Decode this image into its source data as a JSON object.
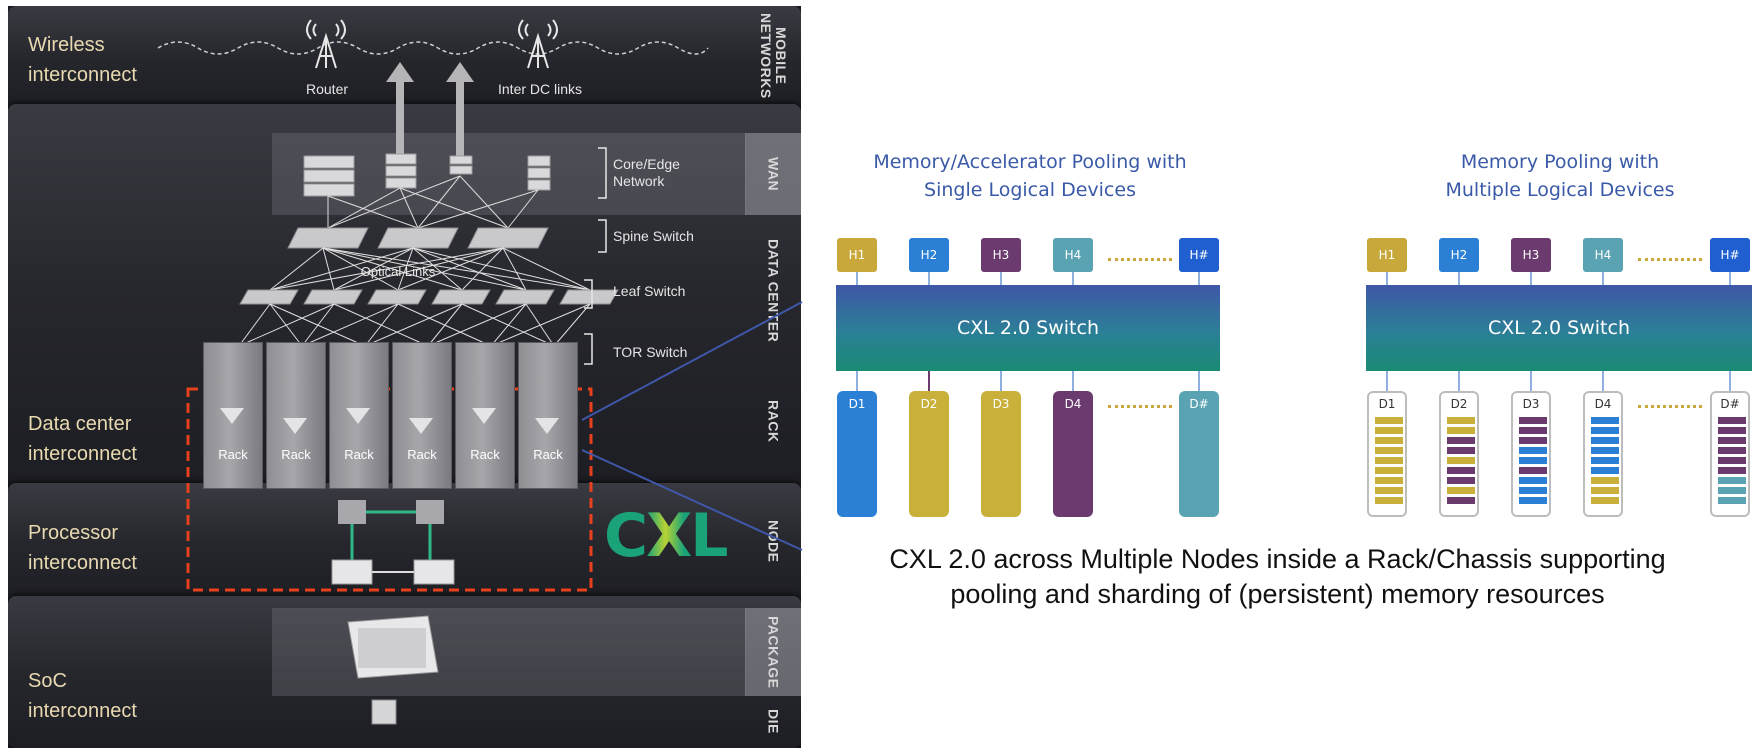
{
  "left_panel": {
    "layers": [
      {
        "label": "Wireless\ninterconnect"
      },
      {
        "label": "Data center\ninterconnect"
      },
      {
        "label": "Processor\ninterconnect"
      },
      {
        "label": "SoC\ninterconnect"
      }
    ],
    "side_tabs": [
      "MOBILE\nNETWORKS",
      "WAN",
      "DATA CENTER",
      "RACK",
      "NODE",
      "PACKAGE",
      "DIE"
    ],
    "antenna_labels": [
      "Router",
      "Inter DC links"
    ],
    "tier_labels": [
      "Core/Edge\nNetwork",
      "Spine Switch",
      "Leaf Switch",
      "TOR Switch"
    ],
    "optical_label": "Optical Links",
    "rack_label": "Rack",
    "rack_count": 6,
    "logo_text": "CXL",
    "colors": {
      "highlight_box": "#e8401c",
      "label": "#e8d9b0",
      "logo_green": "#1aa378",
      "logo_yellow": "#b8d233"
    }
  },
  "single_ld": {
    "title": "Memory/Accelerator Pooling with\nSingle Logical Devices",
    "hosts": [
      {
        "label": "H1",
        "color": "#c8a83a"
      },
      {
        "label": "H2",
        "color": "#2b7fd4"
      },
      {
        "label": "H3",
        "color": "#6b3a6e"
      },
      {
        "label": "H4",
        "color": "#5aa3b3"
      },
      {
        "label": "H#",
        "color": "#1f5fd0"
      }
    ],
    "switch_label": "CXL 2.0 Switch",
    "devices": [
      {
        "label": "D1",
        "color": "#2b7fd4"
      },
      {
        "label": "D2",
        "color": "#c8b03a"
      },
      {
        "label": "D3",
        "color": "#c8b03a"
      },
      {
        "label": "D4",
        "color": "#6b3a6e"
      },
      {
        "label": "D#",
        "color": "#5aa3b3"
      }
    ]
  },
  "multi_ld": {
    "title": "Memory Pooling with\nMultiple Logical Devices",
    "hosts": [
      {
        "label": "H1",
        "color": "#c8a83a"
      },
      {
        "label": "H2",
        "color": "#2b7fd4"
      },
      {
        "label": "H3",
        "color": "#6b3a6e"
      },
      {
        "label": "H4",
        "color": "#5aa3b3"
      },
      {
        "label": "H#",
        "color": "#1f5fd0"
      }
    ],
    "switch_label": "CXL 2.0 Switch",
    "devices": [
      {
        "label": "D1",
        "stripes": [
          "#c8b03a",
          "#c8b03a",
          "#c8b03a",
          "#c8b03a",
          "#c8b03a",
          "#c8b03a",
          "#c8b03a",
          "#c8b03a",
          "#c8b03a"
        ]
      },
      {
        "label": "D2",
        "stripes": [
          "#c8b03a",
          "#c8b03a",
          "#6b3a6e",
          "#6b3a6e",
          "#c8b03a",
          "#6b3a6e",
          "#6b3a6e",
          "#c8b03a",
          "#6b3a6e"
        ]
      },
      {
        "label": "D3",
        "stripes": [
          "#6b3a6e",
          "#6b3a6e",
          "#6b3a6e",
          "#2b7fd4",
          "#2b7fd4",
          "#6b3a6e",
          "#2b7fd4",
          "#2b7fd4",
          "#2b7fd4"
        ]
      },
      {
        "label": "D4",
        "stripes": [
          "#2b7fd4",
          "#2b7fd4",
          "#2b7fd4",
          "#2b7fd4",
          "#2b7fd4",
          "#2b7fd4",
          "#c8b03a",
          "#c8b03a",
          "#c8b03a"
        ]
      },
      {
        "label": "D#",
        "stripes": [
          "#6b3a6e",
          "#6b3a6e",
          "#6b3a6e",
          "#6b3a6e",
          "#6b3a6e",
          "#6b3a6e",
          "#5aa3b3",
          "#5aa3b3",
          "#5aa3b3"
        ]
      }
    ]
  },
  "caption": "CXL 2.0 across Multiple Nodes inside a Rack/Chassis supporting\npooling  and sharding of (persistent) memory resources"
}
